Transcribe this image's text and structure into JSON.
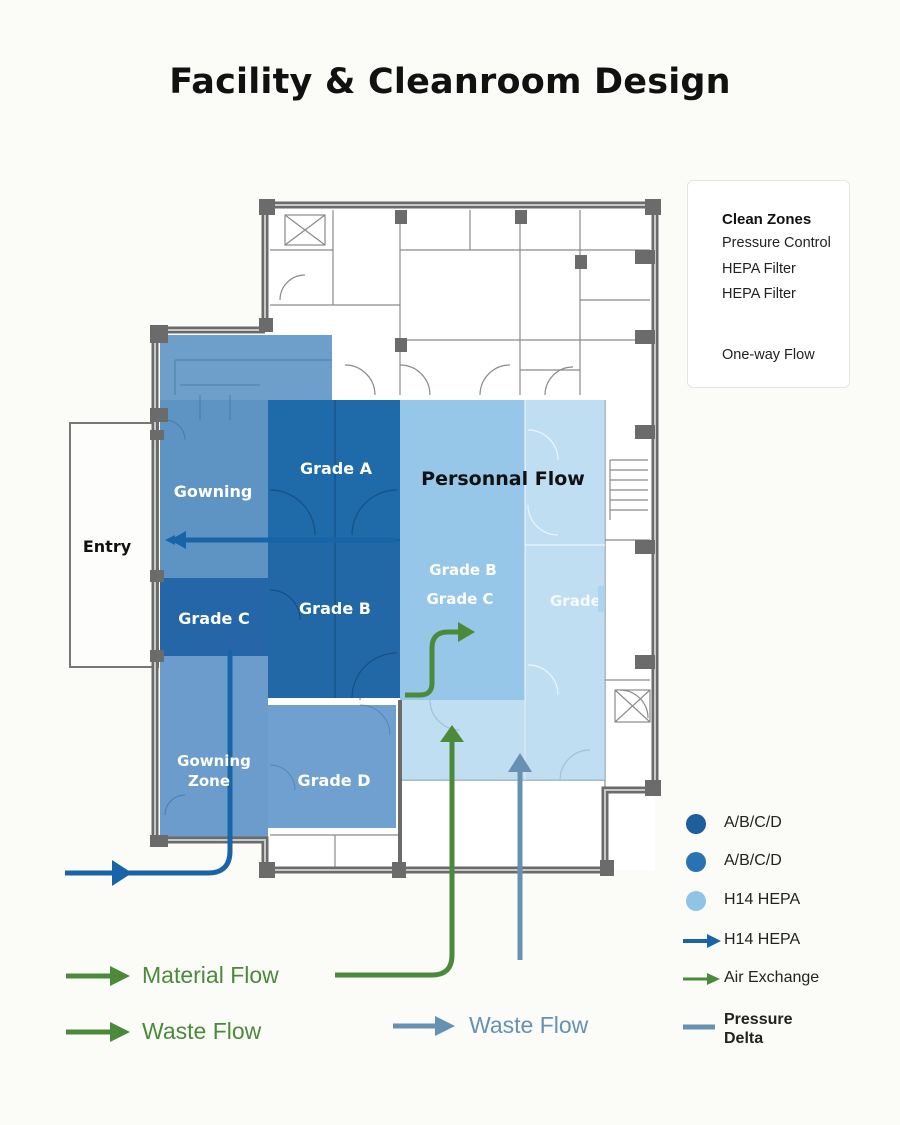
{
  "title": "Facility & Cleanroom Design",
  "rooms": {
    "gowning": "Gowning",
    "grade_a": "Grade A",
    "grade_b_left": "Grade B",
    "grade_c_left": "Grade C",
    "grade_d": "Grade D",
    "gowning_zone_line1": "Gowning",
    "gowning_zone_line2": "Zone",
    "entry": "Entry",
    "personnel_flow": "Personnal Flow",
    "grade_b_mid": "Grade B",
    "grade_c_mid": "Grade C",
    "grade_right": "Grade C"
  },
  "legend_box": {
    "heading": "Clean Zones",
    "items": [
      "Pressure Control",
      "HEPA Filter",
      "HEPA Filter",
      "One-way Flow"
    ]
  },
  "key": [
    {
      "symbol": "dark-dot-icon",
      "label": "A/B/C/D"
    },
    {
      "symbol": "medium-dot-icon",
      "label": "A/B/C/D"
    },
    {
      "symbol": "light-dot-icon",
      "label": "H14 HEPA"
    },
    {
      "symbol": "blue-arrow-icon",
      "label": "H14 HEPA"
    },
    {
      "symbol": "green-arrow-icon",
      "label": "Air Exchange"
    },
    {
      "symbol": "steel-line-icon",
      "label": "Pressure Delta"
    }
  ],
  "flows": {
    "material": "Material Flow",
    "waste_green": "Waste Flow",
    "waste_steel": "Waste Flow"
  },
  "colors": {
    "grade_dark": "#1f6aa8",
    "grade_mid": "#5f97c6",
    "grade_light": "#9fcbe8",
    "flow_blue": "#1765a6",
    "flow_green": "#4a8a3a",
    "flow_steel": "#6691b3",
    "wall": "#6b6b6b"
  }
}
